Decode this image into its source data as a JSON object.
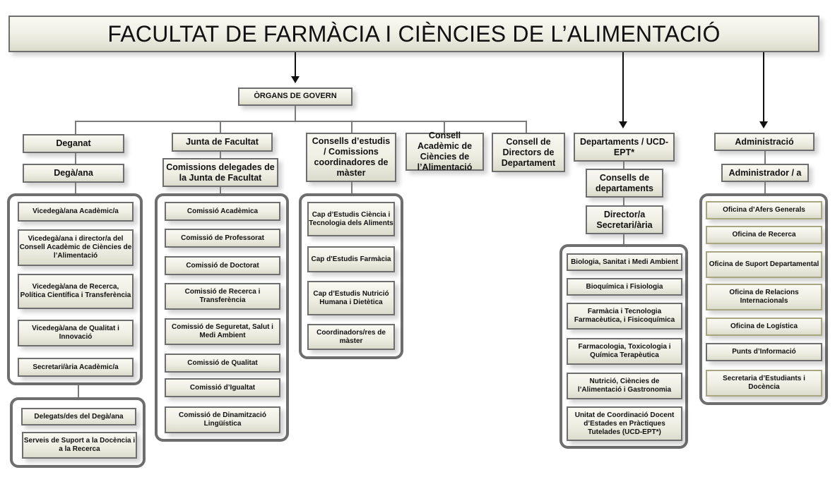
{
  "title": "FACULTAT DE FARMÀCIA I CIÈNCIES DE L’ALIMENTACIÓ",
  "organs_govern": {
    "label": "ÒRGANS DE GOVERN",
    "branches": {
      "deganat": {
        "label": "Deganat",
        "head": "Degà/ana",
        "members": [
          "Vicedegà/ana Acadèmic/a",
          "Vicedegà/ana i director/a del Consell Acadèmic de Ciències de l’Alimentació",
          "Vicedegà/ana de Recerca, Política Científica i Transferència",
          "Vicedegà/ana de Qualitat i Innovació",
          "Secretari/ària Acadèmic/a"
        ],
        "support": [
          "Delegats/des del Degà/ana",
          "Serveis de Suport a la Docència i a la Recerca"
        ]
      },
      "junta": {
        "label": "Junta de Facultat",
        "sub": "Comissions delegades de la Junta de Facultat",
        "commissions": [
          "Comissió Acadèmica",
          "Comissió de Professorat",
          "Comissió de Doctorat",
          "Comissió de Recerca i Transferència",
          "Comissió de Seguretat, Salut i Medi Ambient",
          "Comissió de Qualitat",
          "Comissió d’Igualtat",
          "Comissió de Dinamització Lingüística"
        ]
      },
      "consells_estudis": {
        "label": "Consells d’estudis / Comissions coordinadores de màster",
        "members": [
          "Cap d’Estudis Ciència i Tecnologia dels Aliments",
          "Cap d'Estudis Farmàcia",
          "Cap d’Estudis Nutrició Humana i Dietètica",
          "Coordinadors/res de màster"
        ]
      },
      "consell_academic": {
        "label": "Consell Acadèmic de Ciències de l’Alimentació"
      },
      "consell_directors": {
        "label": "Consell de Directors de Departament"
      }
    }
  },
  "departaments": {
    "label": "Departaments / UCD-EPT*",
    "consells": "Consells de departaments",
    "director": "Director/a Secretari/ària",
    "list": [
      "Biologia, Sanitat i Medi Ambient",
      "Bioquímica i Fisiologia",
      "Farmàcia i Tecnologia Farmacèutica, i Fisicoquímica",
      "Farmacologia, Toxicologia i Química Terapèutica",
      "Nutrició, Ciències de l’Alimentació i Gastronomia",
      "Unitat de Coordinació Docent d’Estades en Pràctiques Tutelades (UCD-EPT*)"
    ]
  },
  "administracio": {
    "label": "Administració",
    "head": "Administrador / a",
    "offices": [
      "Oficina d’Afers Generals",
      "Oficina de Recerca",
      "Oficina de Suport Departamental",
      "Oficina de Relacions Internacionals",
      "Oficina de Logística",
      "Punts d’Informació",
      "Secretaria d’Estudiants i Docència"
    ]
  }
}
